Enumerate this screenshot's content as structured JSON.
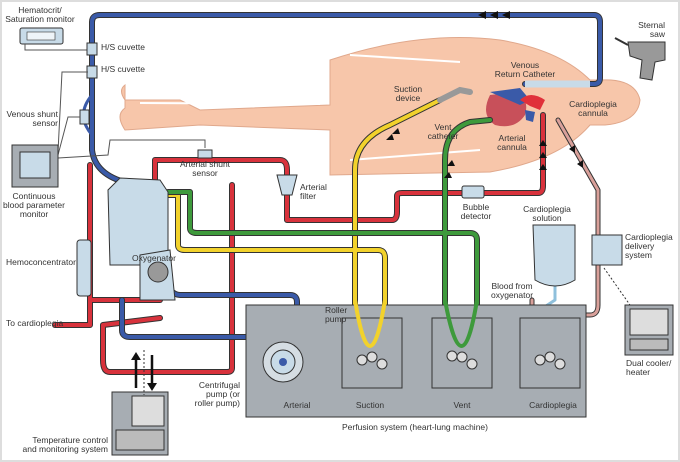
{
  "colors": {
    "venous": "#3a5aa8",
    "arterial": "#d8323c",
    "suction": "#f2d22c",
    "vent": "#3e9a3c",
    "cardioplegia": "#d9a09a",
    "skin": "#f7c6aa",
    "device": "#c8dbe8",
    "machine": "#a7adb3"
  },
  "labels": {
    "hematocrit_monitor": [
      "Hematocrit/",
      "Saturation monitor"
    ],
    "hs_cuvette_1": "H/S cuvette",
    "hs_cuvette_2": "H/S cuvette",
    "venous_shunt_sensor": [
      "Venous shunt",
      "sensor"
    ],
    "continuous_monitor": [
      "Continuous",
      "blood parameter",
      "monitor"
    ],
    "arterial_shunt_sensor": [
      "Arterial shunt",
      "sensor"
    ],
    "arterial_filter": [
      "Arterial",
      "filter"
    ],
    "oxygenator": "Oxygenator",
    "hemoconcentrator": "Hemoconcentrator",
    "to_cardioplegia": "To cardioplegia",
    "centrifugal_pump": [
      "Centrifugal",
      "pump (or",
      "roller pump)"
    ],
    "roller_pump": [
      "Roller",
      "pump"
    ],
    "temperature_control": [
      "Temperature control",
      "and monitoring system"
    ],
    "suction_device": [
      "Suction",
      "device"
    ],
    "vent_catheter": [
      "Vent",
      "catheter"
    ],
    "venous_return_catheter": [
      "Venous",
      "Return Catheter"
    ],
    "arterial_cannula": [
      "Arterial",
      "cannula"
    ],
    "cardioplegia_cannula": [
      "Cardioplegia",
      "cannula"
    ],
    "sternal_saw": [
      "Sternal",
      "saw"
    ],
    "bubble_detector": [
      "Bubble",
      "detector"
    ],
    "cardioplegia_solution": [
      "Cardioplegia",
      "solution"
    ],
    "blood_from_oxygenator": [
      "Blood from",
      "oxygenator"
    ],
    "cardioplegia_delivery": [
      "Cardioplegia",
      "delivery",
      "system"
    ],
    "dual_cooler": [
      "Dual cooler/",
      "heater"
    ],
    "perfusion_system": "Perfusion system (heart-lung machine)"
  },
  "pump_modules": [
    "Arterial",
    "Suction",
    "Vent",
    "Cardioplegia"
  ]
}
